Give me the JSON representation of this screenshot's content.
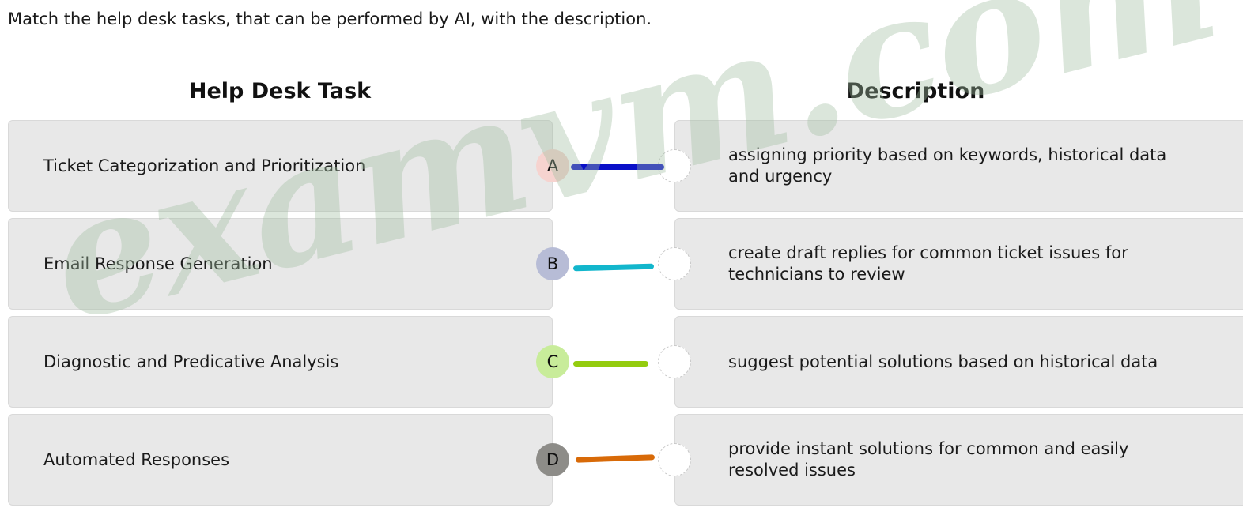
{
  "instruction": "Match the help desk tasks, that can be performed by AI, with the description.",
  "headers": {
    "task": "Help Desk Task",
    "description": "Description"
  },
  "tasks": [
    {
      "label": "Ticket Categorization and Prioritization",
      "badge": "A",
      "badge_color": "#f6d3cf",
      "line_color": "#0a10c8"
    },
    {
      "label": "Email Response Generation",
      "badge": "B",
      "badge_color": "#b7bcd6",
      "line_color": "#12b6cc"
    },
    {
      "label": "Diagnostic and Predicative Analysis",
      "badge": "C",
      "badge_color": "#c8ec9a",
      "line_color": "#94cc0e"
    },
    {
      "label": "Automated Responses",
      "badge": "D",
      "badge_color": "#8d8c88",
      "line_color": "#d86a08"
    }
  ],
  "descriptions": [
    {
      "text": "assigning priority based on keywords, historical data and urgency"
    },
    {
      "text": "create draft replies for common ticket issues for technicians to review"
    },
    {
      "text": "suggest potential solutions based on historical data"
    },
    {
      "text": "provide instant solutions for common and easily resolved issues"
    }
  ],
  "watermark": "examvm.com"
}
